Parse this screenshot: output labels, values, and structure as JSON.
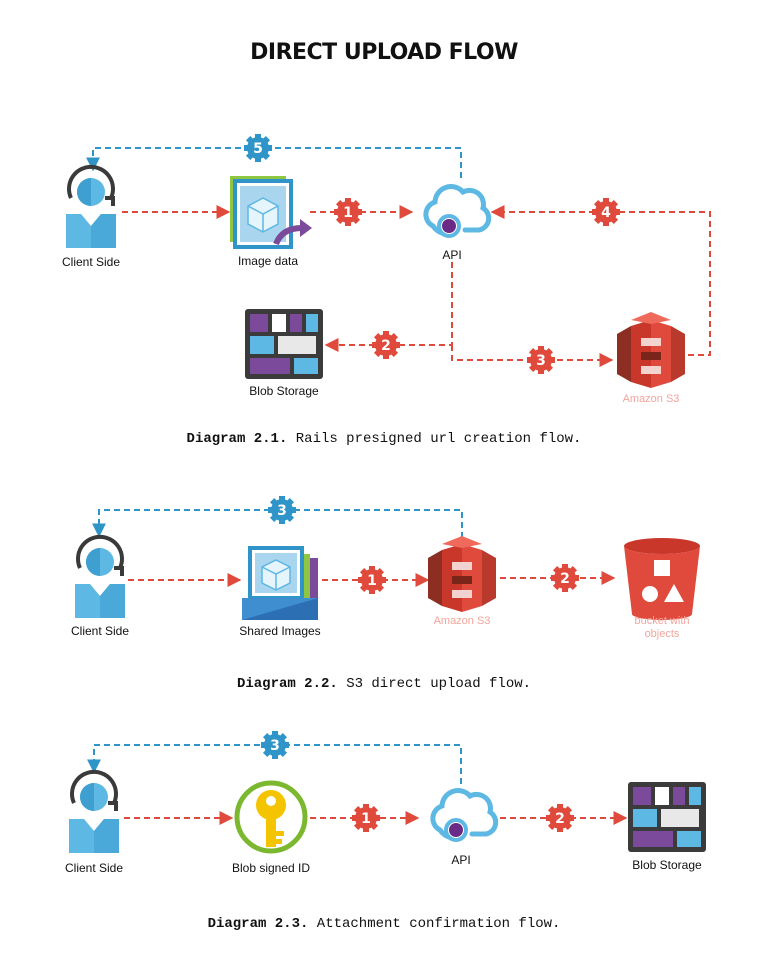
{
  "title": "DIRECT UPLOAD FLOW",
  "colors": {
    "red": "#e04a3c",
    "blue": "#2f95c9",
    "s3_label": "#f2a59c",
    "purple": "#7b4a9a"
  },
  "diagram1": {
    "nodes": {
      "client": "Client Side",
      "image": "Image data",
      "api": "API",
      "blob": "Blob Storage",
      "s3": "Amazon S3"
    },
    "steps": [
      "1",
      "2",
      "3",
      "4",
      "5"
    ],
    "caption_bold": "Diagram 2.1.",
    "caption_text": " Rails presigned url creation flow."
  },
  "diagram2": {
    "nodes": {
      "client": "Client Side",
      "images": "Shared Images",
      "s3": "Amazon S3",
      "bucket_line1": "bucket with",
      "bucket_line2": "objects"
    },
    "steps": [
      "1",
      "2",
      "3"
    ],
    "caption_bold": "Diagram 2.2.",
    "caption_text": " S3 direct upload flow."
  },
  "diagram3": {
    "nodes": {
      "client": "Client Side",
      "blob_id": "Blob signed ID",
      "api": "API",
      "blob": "Blob Storage"
    },
    "steps": [
      "1",
      "2",
      "3"
    ],
    "caption_bold": "Diagram 2.3.",
    "caption_text": " Attachment confirmation flow."
  }
}
